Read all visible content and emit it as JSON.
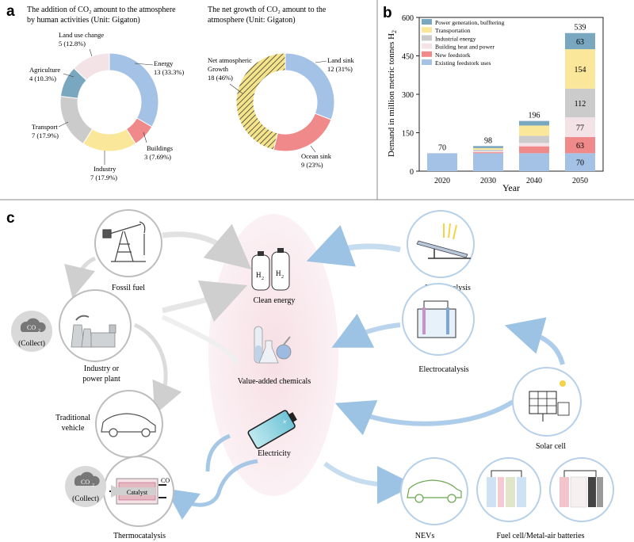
{
  "panels": {
    "a": "a",
    "b": "b",
    "c": "c"
  },
  "chart_data": [
    {
      "type": "pie",
      "variant": "donut",
      "title": "The addition of CO₂ amount to the atmosphere by human activities (Unit: Gigaton)",
      "title_lines": [
        "The addition of CO₂ amount to the atmosphere",
        "by human activities (Unit: Gigaton)"
      ],
      "slices": [
        {
          "name": "Energy",
          "value": 13,
          "value_label": "13 (33.3%)",
          "color": "#a4c2e6"
        },
        {
          "name": "Buildings",
          "value": 3,
          "value_label": "3 (7.69%)",
          "color": "#f0898a"
        },
        {
          "name": "Industry",
          "value": 7,
          "value_label": "7 (17.9%)",
          "color": "#fae799"
        },
        {
          "name": "Transport",
          "value": 7,
          "value_label": "7 (17.9%)",
          "color": "#cbcbcb"
        },
        {
          "name": "Agriculture",
          "value": 4,
          "value_label": "4 (10.3%)",
          "color": "#7aa7c0"
        },
        {
          "name": "Land use change",
          "value": 5,
          "value_label": "5 (12.8%)",
          "color": "#f3e3e6"
        }
      ]
    },
    {
      "type": "pie",
      "variant": "donut",
      "title": "The net growth of CO₂ amount to the atmosphere (Unit: Gigaton)",
      "title_lines": [
        "The net growth of CO₂ amount to the",
        "atmosphere (Unit: Gigaton)"
      ],
      "slices": [
        {
          "name": "Land sink",
          "value": 12,
          "value_label": "12 (31%)",
          "color": "#a4c2e6"
        },
        {
          "name": "Ocean sink",
          "value": 9,
          "value_label": "9 (23%)",
          "color": "#f0898a"
        },
        {
          "name": "Net atmospheric Growth",
          "name_lines": [
            "Net atmospheric",
            "Growth"
          ],
          "value": 18,
          "value_label": "18 (46%)",
          "color": "#fae799",
          "pattern": "hatched"
        }
      ]
    },
    {
      "type": "bar",
      "stacked": true,
      "categories": [
        "2020",
        "2030",
        "2040",
        "2050"
      ],
      "xlabel": "Year",
      "ylabel": "Demand in million metric tonnes H₂",
      "ylim": [
        0,
        600
      ],
      "yticks": [
        0,
        150,
        300,
        450,
        600
      ],
      "legend": "top-left",
      "series": [
        {
          "name": "Existing feedstork uses",
          "color": "#a4c2e6",
          "values": [
            70,
            70,
            70,
            70
          ]
        },
        {
          "name": "New feedstork",
          "color": "#f0898a",
          "values": [
            0,
            4,
            27,
            63
          ]
        },
        {
          "name": "Building heat and power",
          "color": "#f3e3e6",
          "values": [
            0,
            4,
            13,
            77
          ]
        },
        {
          "name": "Industrial energy",
          "color": "#cbcbcb",
          "values": [
            0,
            6,
            28,
            112
          ]
        },
        {
          "name": "Transportation",
          "color": "#fae799",
          "values": [
            0,
            6,
            40,
            154
          ]
        },
        {
          "name": "Power generation, bufftering",
          "color": "#7aa7c0",
          "values": [
            0,
            8,
            18,
            63
          ]
        }
      ],
      "totals": [
        70,
        98,
        196,
        539
      ],
      "segment_labels": [
        {
          "category": "2050",
          "values": [
            "70",
            "63",
            "77",
            "112",
            "154",
            "63"
          ]
        }
      ]
    }
  ],
  "diagram": {
    "center_items": [
      "Clean energy",
      "Value-added chemicals",
      "Electricity"
    ],
    "h2": "H",
    "h2_sub": "2",
    "co2": "CO",
    "co2_sub": "2",
    "collect": "(Collect)",
    "catalyst": "Catalyst",
    "co_label": "CO",
    "left_nodes": {
      "fossil": "Fossil fuel",
      "industry": [
        "Industry or",
        "power plant"
      ],
      "vehicle": [
        "Traditional",
        "vehicle"
      ],
      "thermo": "Thermocatalysis"
    },
    "right_nodes": {
      "photo": "Photocatalysis",
      "electro": "Electrocatalysis",
      "solar": "Solar cell",
      "nev": "NEVs",
      "fuelcell": "Fuel cell/Metal-air batteries"
    }
  }
}
